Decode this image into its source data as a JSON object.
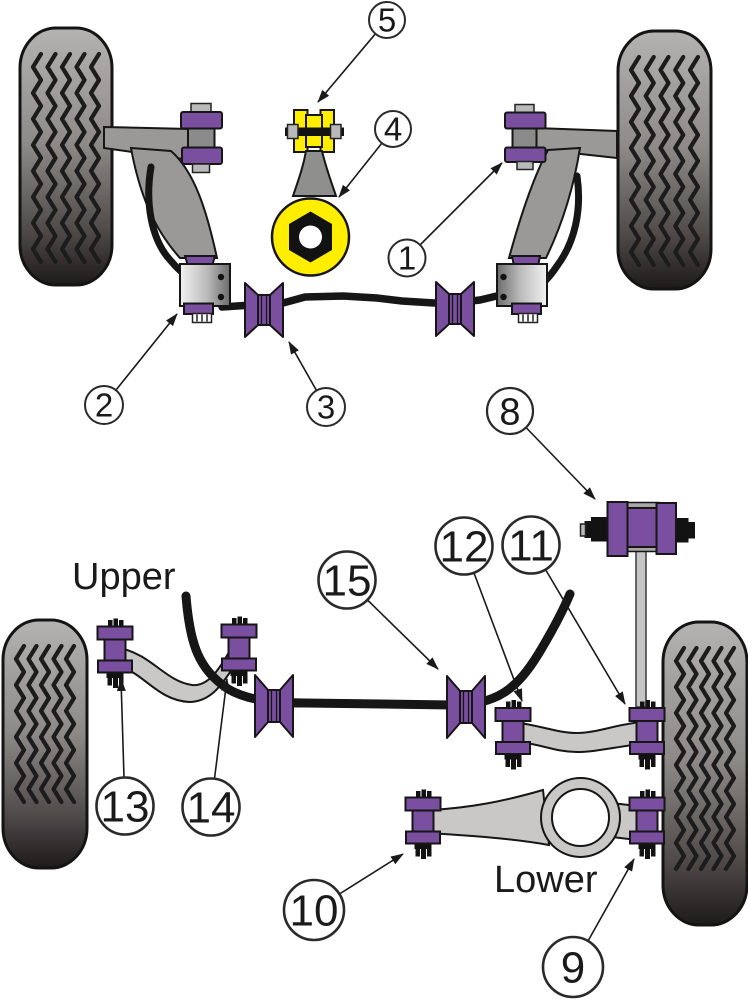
{
  "figure": {
    "type": "suspension-parts-diagram",
    "section_labels": {
      "upper": "Upper",
      "lower": "Lower"
    },
    "callouts": [
      {
        "number": "1"
      },
      {
        "number": "2"
      },
      {
        "number": "3"
      },
      {
        "number": "4"
      },
      {
        "number": "5"
      },
      {
        "number": "8"
      },
      {
        "number": "9"
      },
      {
        "number": "10"
      },
      {
        "number": "11"
      },
      {
        "number": "12"
      },
      {
        "number": "13"
      },
      {
        "number": "14"
      },
      {
        "number": "15"
      }
    ],
    "colors": {
      "bushing_purple": "#7b4fa0",
      "mount_yellow": "#ffee00",
      "arm_gray": "#9a9998",
      "rear_arm_gray": "#c9c8c6",
      "outline": "#1a1a1a",
      "background": "#ffffff"
    }
  }
}
